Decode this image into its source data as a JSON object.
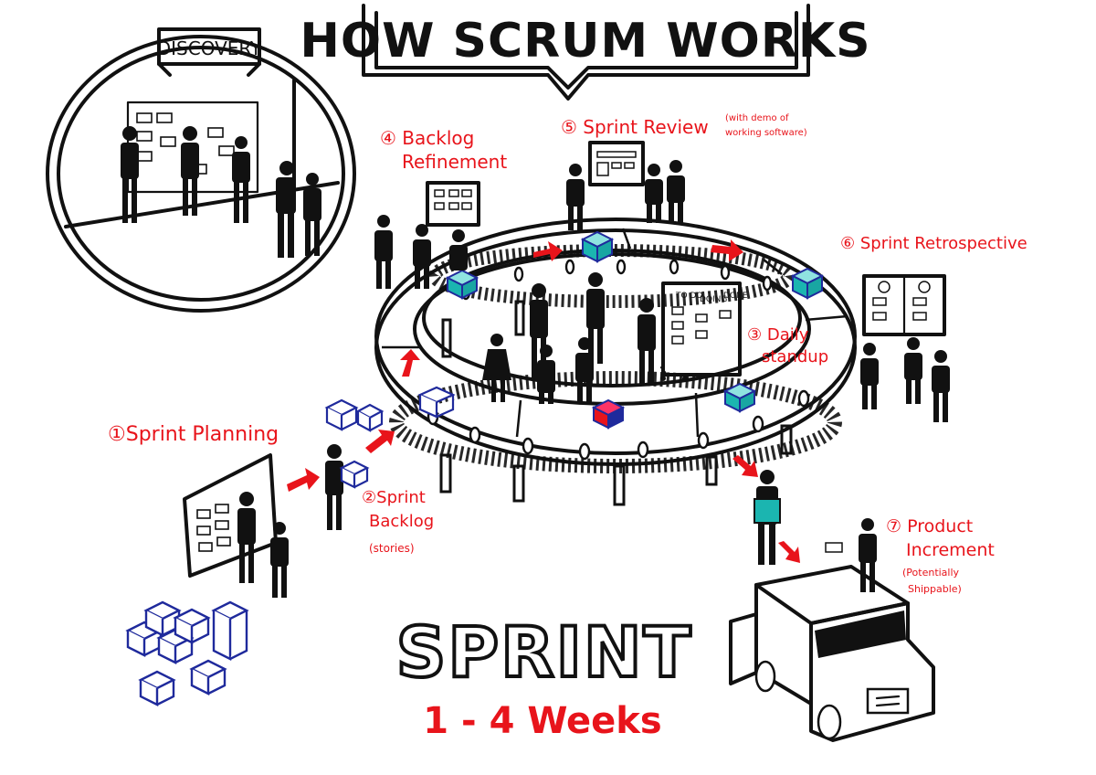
{
  "title": "HOW SCRUM WORKS",
  "discovery": {
    "label": "DISCOVERY"
  },
  "steps": {
    "planning": "①Sprint Planning",
    "backlog_line1": "②Sprint",
    "backlog_line2": "Backlog",
    "backlog_note": "(stories)",
    "standup_line1": "③ Daily",
    "standup_line2": "standup",
    "refinement_line1": "④ Backlog",
    "refinement_line2": "Refinement",
    "review": "⑤ Sprint Review",
    "review_note_line1": "(with demo of",
    "review_note_line2": "working software)",
    "retro": "⑥ Sprint Retrospective",
    "increment_line1": "⑦ Product",
    "increment_line2": "Increment",
    "increment_note_line1": "(Potentially",
    "increment_note_line2": "Shippable)"
  },
  "board": {
    "col1": "TO DO",
    "col2": "DOING",
    "col3": "DONE"
  },
  "sprint": {
    "label": "SPRINT",
    "duration": "1 - 4 Weeks"
  },
  "colors": {
    "accent": "#e8141b",
    "ink": "#111111",
    "story_box": "#1f2a9c",
    "increment_box": "#1bb5b0"
  }
}
